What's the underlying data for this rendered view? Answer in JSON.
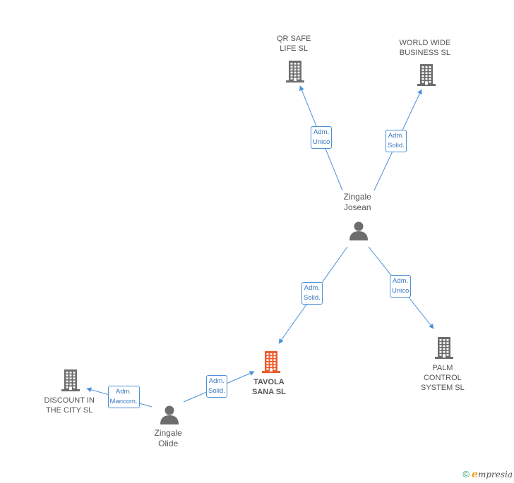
{
  "colors": {
    "company": "#6d6d6d",
    "focus_company": "#ee5a2a",
    "person": "#6d6d6d",
    "edge": "#4a90d9",
    "edge_label_text": "#3a78c2"
  },
  "nodes": [
    {
      "id": "qr",
      "type": "company",
      "icon": "building-icon",
      "lines": [
        "QR SAFE",
        "LIFE  SL"
      ]
    },
    {
      "id": "ww",
      "type": "company",
      "icon": "building-icon",
      "lines": [
        "WORLD WIDE",
        "BUSINESS SL"
      ]
    },
    {
      "id": "josean",
      "type": "person",
      "icon": "person-icon",
      "lines": [
        "Zingale",
        "Josean"
      ]
    },
    {
      "id": "tavola",
      "type": "focus",
      "icon": "building-icon",
      "lines": [
        "TAVOLA",
        "SANA SL"
      ]
    },
    {
      "id": "palm",
      "type": "company",
      "icon": "building-icon",
      "lines": [
        "PALM",
        "CONTROL",
        "SYSTEM SL"
      ]
    },
    {
      "id": "discount",
      "type": "company",
      "icon": "building-icon",
      "lines": [
        "DISCOUNT IN",
        "THE CITY SL"
      ]
    },
    {
      "id": "olide",
      "type": "person",
      "icon": "person-icon",
      "lines": [
        "Zingale",
        "Olide"
      ]
    }
  ],
  "edges": [
    {
      "from": "josean",
      "to": "qr",
      "label": [
        "Adm.",
        "Unico"
      ]
    },
    {
      "from": "josean",
      "to": "ww",
      "label": [
        "Adm.",
        "Solid."
      ]
    },
    {
      "from": "josean",
      "to": "tavola",
      "label": [
        "Adm.",
        "Solid."
      ]
    },
    {
      "from": "josean",
      "to": "palm",
      "label": [
        "Adm.",
        "Unico"
      ]
    },
    {
      "from": "olide",
      "to": "tavola",
      "label": [
        "Adm.",
        "Solid."
      ]
    },
    {
      "from": "olide",
      "to": "discount",
      "label": [
        "Adm.",
        "Mancom."
      ]
    }
  ],
  "footer": {
    "copyright_symbol": "©",
    "brand_initial": "e",
    "brand_rest": "mpresia"
  }
}
